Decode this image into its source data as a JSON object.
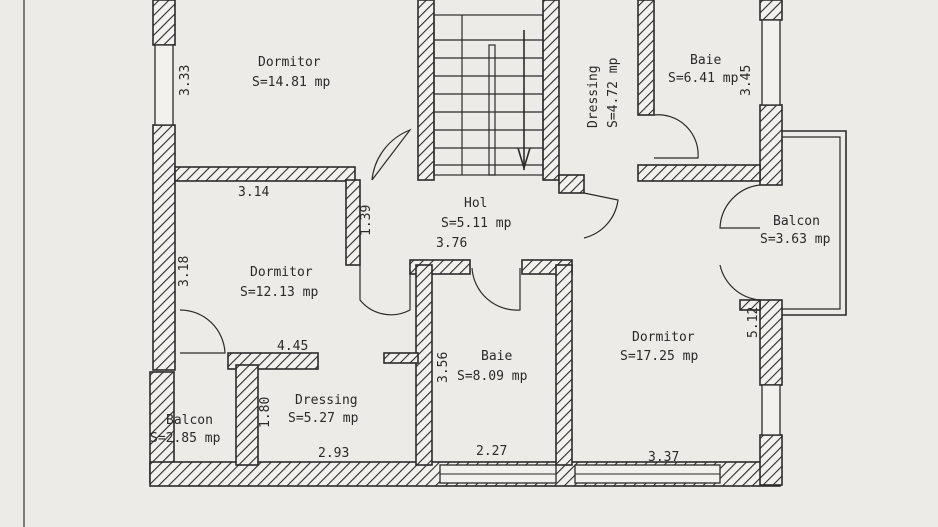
{
  "rooms": [
    {
      "name": "Dormitor",
      "area": "S=14.81 mp"
    },
    {
      "name": "Dressing",
      "area": "S=4.72 mp"
    },
    {
      "name": "Baie",
      "area": "S=6.41 mp"
    },
    {
      "name": "Hol",
      "area": "S=5.11 mp"
    },
    {
      "name": "Balcon",
      "area": "S=3.63 mp"
    },
    {
      "name": "Dormitor",
      "area": "S=12.13 mp"
    },
    {
      "name": "Baie",
      "area": "S=8.09 mp"
    },
    {
      "name": "Dormitor",
      "area": "S=17.25 mp"
    },
    {
      "name": "Dressing",
      "area": "S=5.27 mp"
    },
    {
      "name": "Balcon",
      "area": "S=2.85 mp"
    }
  ],
  "dimensions": [
    "3.33",
    "3.14",
    "1.39",
    "3.76",
    "3.18",
    "4.45",
    "1.80",
    "2.93",
    "3.56",
    "2.27",
    "3.37",
    "5.12",
    "3.45"
  ]
}
